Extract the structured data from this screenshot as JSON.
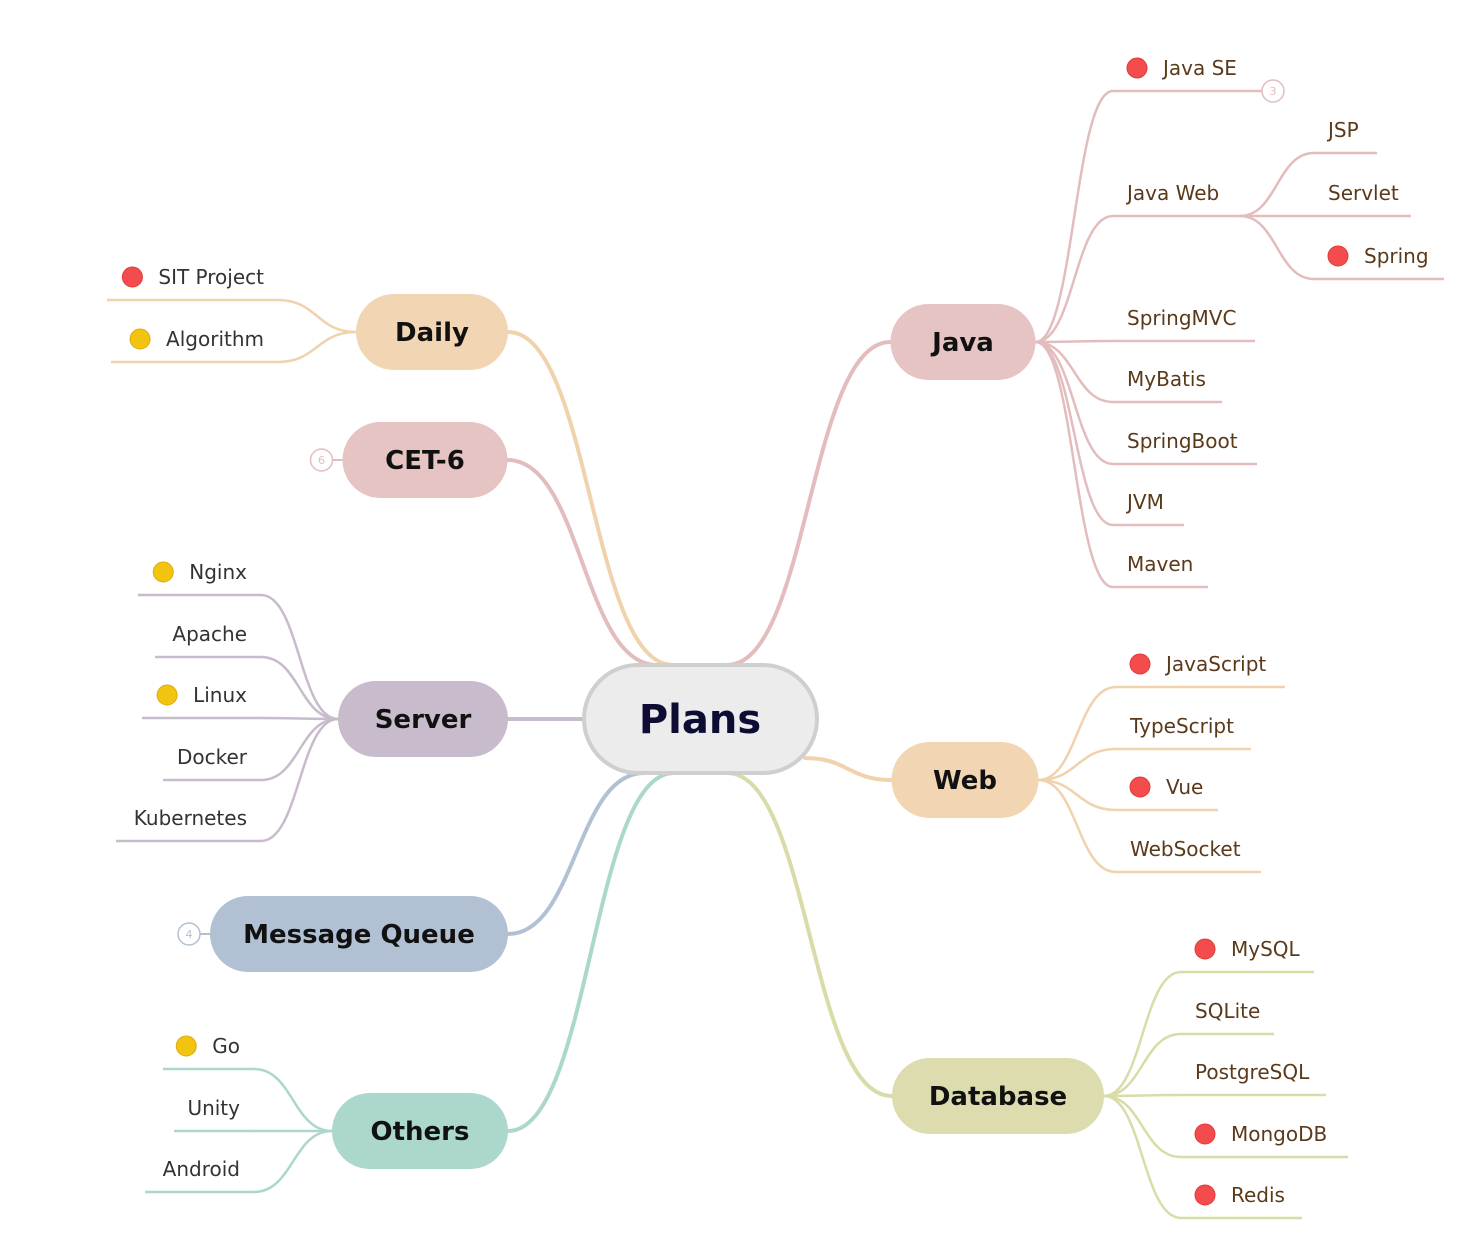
{
  "central": {
    "label": "Plans",
    "fill": "#ececec",
    "stroke": "#cfcfcf"
  },
  "colors": {
    "leaf_text_right": "#5a3a1a",
    "leaf_text_left": "#333333",
    "marker_red": "#f44c4c",
    "marker_yellow": "#f2c40f"
  },
  "branches": [
    {
      "id": "java",
      "label": "Java",
      "color": "#e6c4c4",
      "line": "#e3bdbd",
      "children": [
        {
          "label": "Java SE",
          "marker": "red",
          "badge": "3"
        },
        {
          "label": "Java Web",
          "children": [
            {
              "label": "JSP"
            },
            {
              "label": "Servlet"
            },
            {
              "label": "Spring",
              "marker": "red"
            }
          ]
        },
        {
          "label": "SpringMVC"
        },
        {
          "label": "MyBatis"
        },
        {
          "label": "SpringBoot"
        },
        {
          "label": "JVM"
        },
        {
          "label": "Maven"
        }
      ]
    },
    {
      "id": "web",
      "label": "Web",
      "color": "#f2d6b3",
      "line": "#f0d2ad",
      "children": [
        {
          "label": "JavaScript",
          "marker": "red"
        },
        {
          "label": "TypeScript"
        },
        {
          "label": "Vue",
          "marker": "red"
        },
        {
          "label": "WebSocket"
        }
      ]
    },
    {
      "id": "database",
      "label": "Database",
      "color": "#dcdcae",
      "line": "#d9dca8",
      "children": [
        {
          "label": "MySQL",
          "marker": "red"
        },
        {
          "label": "SQLite"
        },
        {
          "label": "PostgreSQL"
        },
        {
          "label": "MongoDB",
          "marker": "red"
        },
        {
          "label": "Redis",
          "marker": "red"
        }
      ]
    },
    {
      "id": "daily",
      "label": "Daily",
      "color": "#f2d6b3",
      "line": "#f0d2ad",
      "children": [
        {
          "label": "SIT Project",
          "marker": "red"
        },
        {
          "label": "Algorithm",
          "marker": "yellow"
        }
      ]
    },
    {
      "id": "cet6",
      "label": "CET-6",
      "color": "#e6c4c4",
      "line": "#e3bdbd",
      "badge": "6",
      "children": []
    },
    {
      "id": "server",
      "label": "Server",
      "color": "#c8bccc",
      "line": "#c8bccc",
      "children": [
        {
          "label": "Nginx",
          "marker": "yellow"
        },
        {
          "label": "Apache"
        },
        {
          "label": "Linux",
          "marker": "yellow"
        },
        {
          "label": "Docker"
        },
        {
          "label": "Kubernetes"
        }
      ]
    },
    {
      "id": "mq",
      "label": "Message Queue",
      "color": "#b1c1d3",
      "line": "#b1c1d3",
      "badge": "4",
      "children": []
    },
    {
      "id": "others",
      "label": "Others",
      "color": "#acd7cd",
      "line": "#acd7cd",
      "children": [
        {
          "label": "Go",
          "marker": "yellow"
        },
        {
          "label": "Unity"
        },
        {
          "label": "Android"
        }
      ]
    }
  ]
}
